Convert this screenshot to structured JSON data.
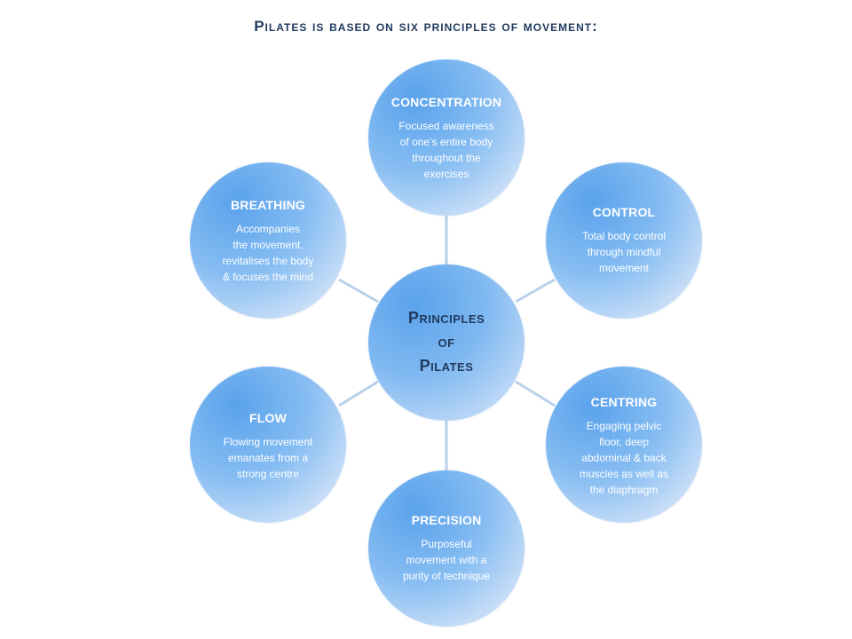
{
  "title": "Pilates is based on six principles of movement:",
  "center": {
    "lines": [
      "Principles",
      "of",
      "Pilates"
    ]
  },
  "principles": [
    {
      "name": "CONCENTRATION",
      "lines": [
        "Focused awareness",
        "of one’s entire body",
        "throughout the",
        "exercises"
      ]
    },
    {
      "name": "CONTROL",
      "lines": [
        "Total body control",
        "through mindful",
        "movement"
      ]
    },
    {
      "name": "CENTRING",
      "lines": [
        "Engaging pelvic",
        "floor, deep",
        "abdominal & back",
        "muscles as well as",
        "the diaphragm"
      ]
    },
    {
      "name": "PRECISION",
      "lines": [
        "Purposeful",
        "movement with a",
        "purity of technique"
      ]
    },
    {
      "name": "FLOW",
      "lines": [
        "Flowing movement",
        "emanates from a",
        "strong centre"
      ]
    },
    {
      "name": "BREATHING",
      "lines": [
        "Accompanies",
        "the movement,",
        "revitalises the body",
        "& focuses the mind"
      ]
    }
  ],
  "colors": {
    "title": "#1f3a5e",
    "circle_light": "#e9f0fb",
    "circle_dark": "#5aa2ec",
    "connector": "#b9d0ea"
  }
}
